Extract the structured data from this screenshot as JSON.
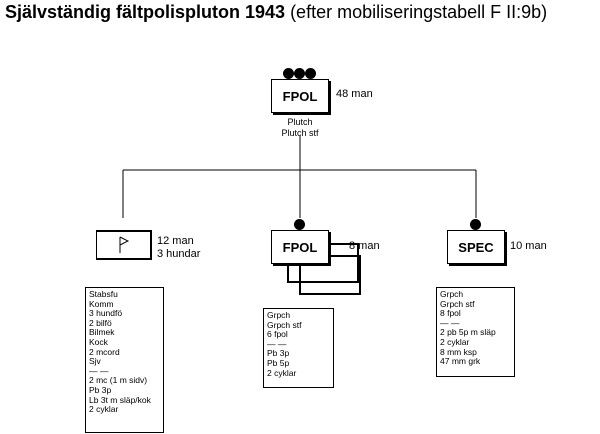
{
  "title_bold": "Självständig fältpolispluton 1943",
  "title_rest": " (efter mobiliseringstabell F II:9b)",
  "top_unit": {
    "symbol": "FPOL",
    "men": "48 man",
    "sub_lines": [
      "Plutch",
      "Plutch stf"
    ]
  },
  "left_unit": {
    "men": "12 man",
    "dogs": "3 hundar",
    "list": [
      "Stabsfu",
      "Komm",
      "3 hundfö",
      "2 bilfö",
      "Bilmek",
      "Kock",
      "2 mcord",
      "Sjv",
      "— —",
      "2 mc (1 m sidv)",
      "Pb 3p",
      "Lb 3t m släp/kok",
      "2 cyklar"
    ]
  },
  "middle_unit": {
    "symbol": "FPOL",
    "men": "8 man",
    "list": [
      "Grpch",
      "Grpch stf",
      "6 fpol",
      "— —",
      "Pb 3p",
      "Pb 5p",
      "2 cyklar"
    ]
  },
  "right_unit": {
    "symbol": "SPEC",
    "men": "10 man",
    "list": [
      "Grpch",
      "Grpch stf",
      "8 fpol",
      "— —",
      "2 pb 5p m släp",
      "2 cyklar",
      "8 mm ksp",
      "47 mm grk"
    ]
  }
}
